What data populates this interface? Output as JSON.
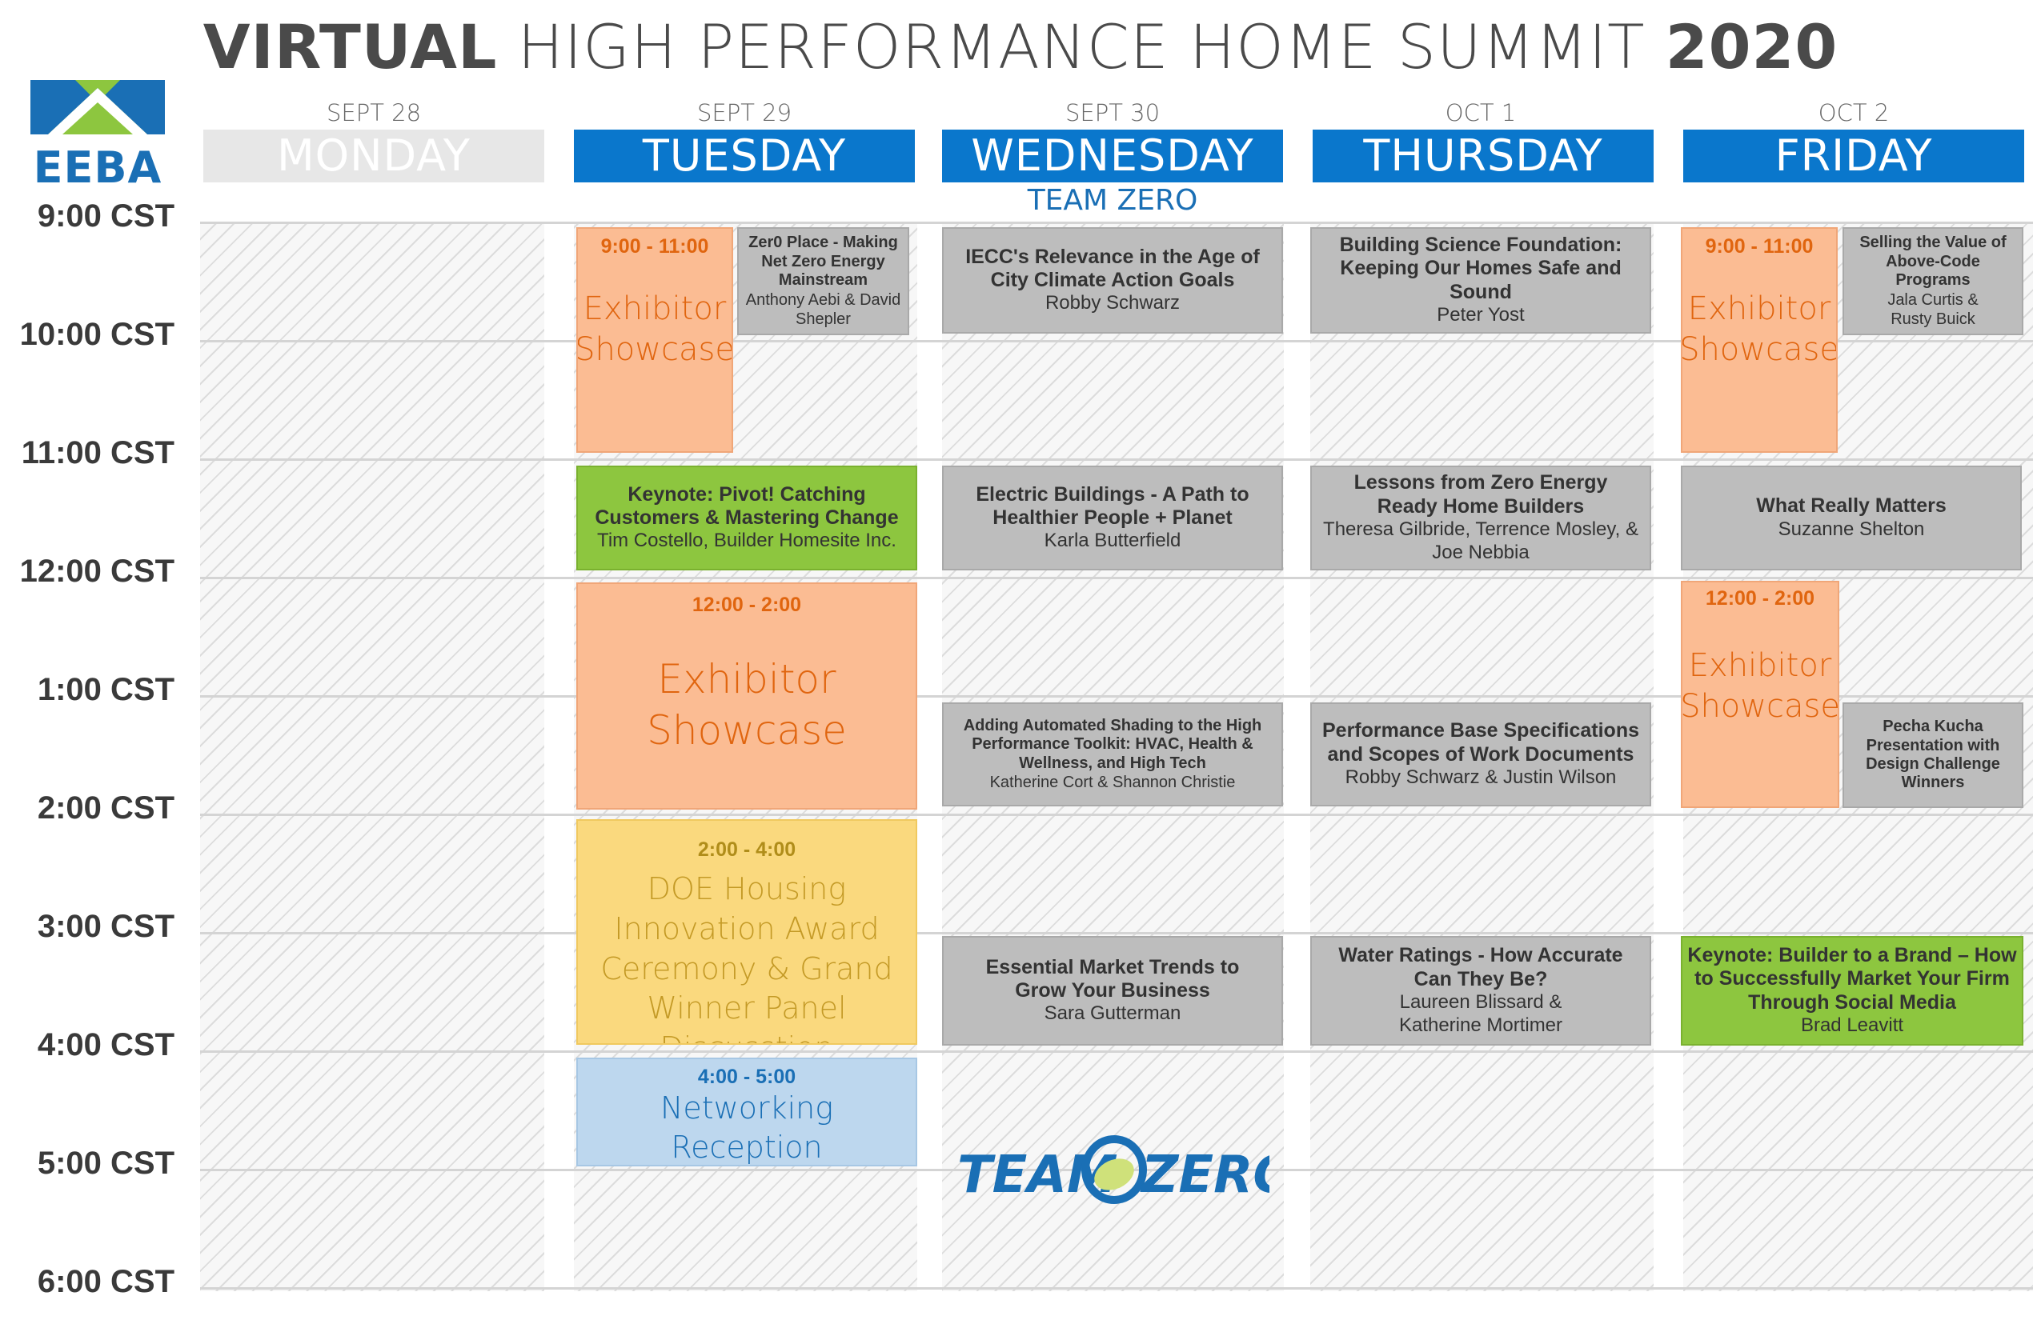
{
  "title": {
    "part1": "VIRTUAL",
    "part2": " HIGH PERFORMANCE HOME SUMMIT ",
    "part3": "2020"
  },
  "logo": {
    "text": "EEBA"
  },
  "times": [
    "9:00 CST",
    "10:00 CST",
    "11:00 CST",
    "12:00 CST",
    "1:00 CST",
    "2:00 CST",
    "3:00 CST",
    "4:00 CST",
    "5:00 CST",
    "6:00 CST"
  ],
  "days": [
    {
      "date": "SEPT 28",
      "name": "MONDAY"
    },
    {
      "date": "SEPT 29",
      "name": "TUESDAY"
    },
    {
      "date": "SEPT 30",
      "name": "WEDNESDAY",
      "subtitle": "TEAM ZERO"
    },
    {
      "date": "OCT 1",
      "name": "THURSDAY"
    },
    {
      "date": "OCT 2",
      "name": "FRIDAY"
    }
  ],
  "sessions": {
    "tue_exh1": {
      "time": "9:00 - 11:00",
      "name": "Exhibitor Showcase"
    },
    "tue_zero": {
      "title": "Zer0 Place - Making Net Zero Energy Mainstream",
      "speaker": "Anthony Aebi & David Shepler"
    },
    "tue_keynote": {
      "title": "Keynote: Pivot! Catching Customers & Mastering Change",
      "speaker": "Tim Costello, Builder Homesite Inc."
    },
    "tue_exh2": {
      "time": "12:00 - 2:00",
      "name": "Exhibitor Showcase"
    },
    "tue_doe": {
      "time": "2:00 - 4:00",
      "name": "DOE Housing Innovation Award Ceremony & Grand Winner Panel Discusstion"
    },
    "tue_net": {
      "time": "4:00 - 5:00",
      "name": "Networking Reception"
    },
    "wed_iecc": {
      "title": "IECC's Relevance in the Age of City Climate Action Goals",
      "speaker": "Robby Schwarz"
    },
    "wed_elec": {
      "title": "Electric Buildings - A Path to Healthier People + Planet",
      "speaker": "Karla Butterfield"
    },
    "wed_shade": {
      "title": "Adding Automated Shading to the High Performance Toolkit: HVAC, Health & Wellness, and High Tech",
      "speaker": "Katherine Cort & Shannon Christie"
    },
    "wed_market": {
      "title": "Essential Market Trends to Grow Your Business",
      "speaker": "Sara Gutterman"
    },
    "thu_bsf": {
      "title": "Building Science Foundation: Keeping Our Homes Safe and Sound",
      "speaker": "Peter Yost"
    },
    "thu_lessons": {
      "title": "Lessons from Zero Energy Ready Home Builders",
      "speaker": "Theresa Gilbride, Terrence Mosley, & Joe Nebbia"
    },
    "thu_perf": {
      "title": "Performance Base Specifications and Scopes of Work Documents",
      "speaker": "Robby Schwarz & Justin Wilson"
    },
    "thu_water": {
      "title": "Water Ratings - How Accurate Can They Be?",
      "speaker": "Laureen Blissard & Katherine Mortimer"
    },
    "fri_exh1": {
      "time": "9:00 - 11:00",
      "name": "Exhibitor Showcase"
    },
    "fri_selling": {
      "title": "Selling the Value of Above-Code Programs",
      "speaker": "Jala Curtis & Rusty Buick"
    },
    "fri_matters": {
      "title": "What Really Matters",
      "speaker": "Suzanne Shelton"
    },
    "fri_exh2": {
      "time": "12:00 - 2:00",
      "name": "Exhibitor Showcase"
    },
    "fri_pecha": {
      "title": "Pecha Kucha Presentation with Design Challenge Winners"
    },
    "fri_keynote": {
      "title": "Keynote: Builder to a Brand – How to Successfully Market Your Firm Through Social Media",
      "speaker": "Brad Leavitt"
    }
  },
  "team_zero_logo": {
    "left": "TEAM",
    "right": "ZERO"
  },
  "colors": {
    "accent_blue": "#0a77cc",
    "orange": "#fbbc93",
    "green": "#8dc63f",
    "yellow": "#fad97e",
    "light_blue": "#bdd7ee",
    "gray": "#bdbdbd"
  }
}
